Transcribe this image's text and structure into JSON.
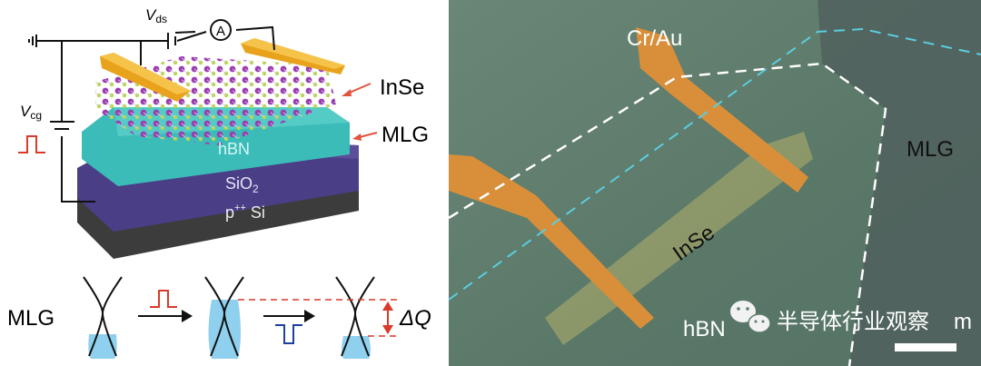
{
  "schematic": {
    "vds_label": "V",
    "vds_sub": "ds",
    "ammeter_label": "A",
    "vcg_label": "V",
    "vcg_sub": "cg",
    "inse_label": "InSe",
    "mlg_label": "MLG",
    "hbn_label": "hBN",
    "sio2_label": "SiO",
    "sio2_sub": "2",
    "si_label": "p",
    "si_sup": "++",
    "si_label2": " Si"
  },
  "band_diagram": {
    "mlg_label": "MLG",
    "delta_q_label": "ΔQ"
  },
  "micrograph": {
    "crau_label": "Cr/Au",
    "mlg_label": "MLG",
    "inse_label": "InSe",
    "hbn_label": "hBN",
    "scale_unit_fragment": "m"
  },
  "watermark": {
    "text": "半导体行业观察",
    "icon": "wechat-icon"
  },
  "colors": {
    "gold": "#e8a21c",
    "hbn": "#3cbcb8",
    "sio2": "#4a3f86",
    "si": "#3a3a3a",
    "arrow_red": "#e0553f",
    "pulse_blue": "#1d3f9e",
    "fill_blue": "#8fd0ee",
    "micro_bg": "#5e7a6d"
  }
}
